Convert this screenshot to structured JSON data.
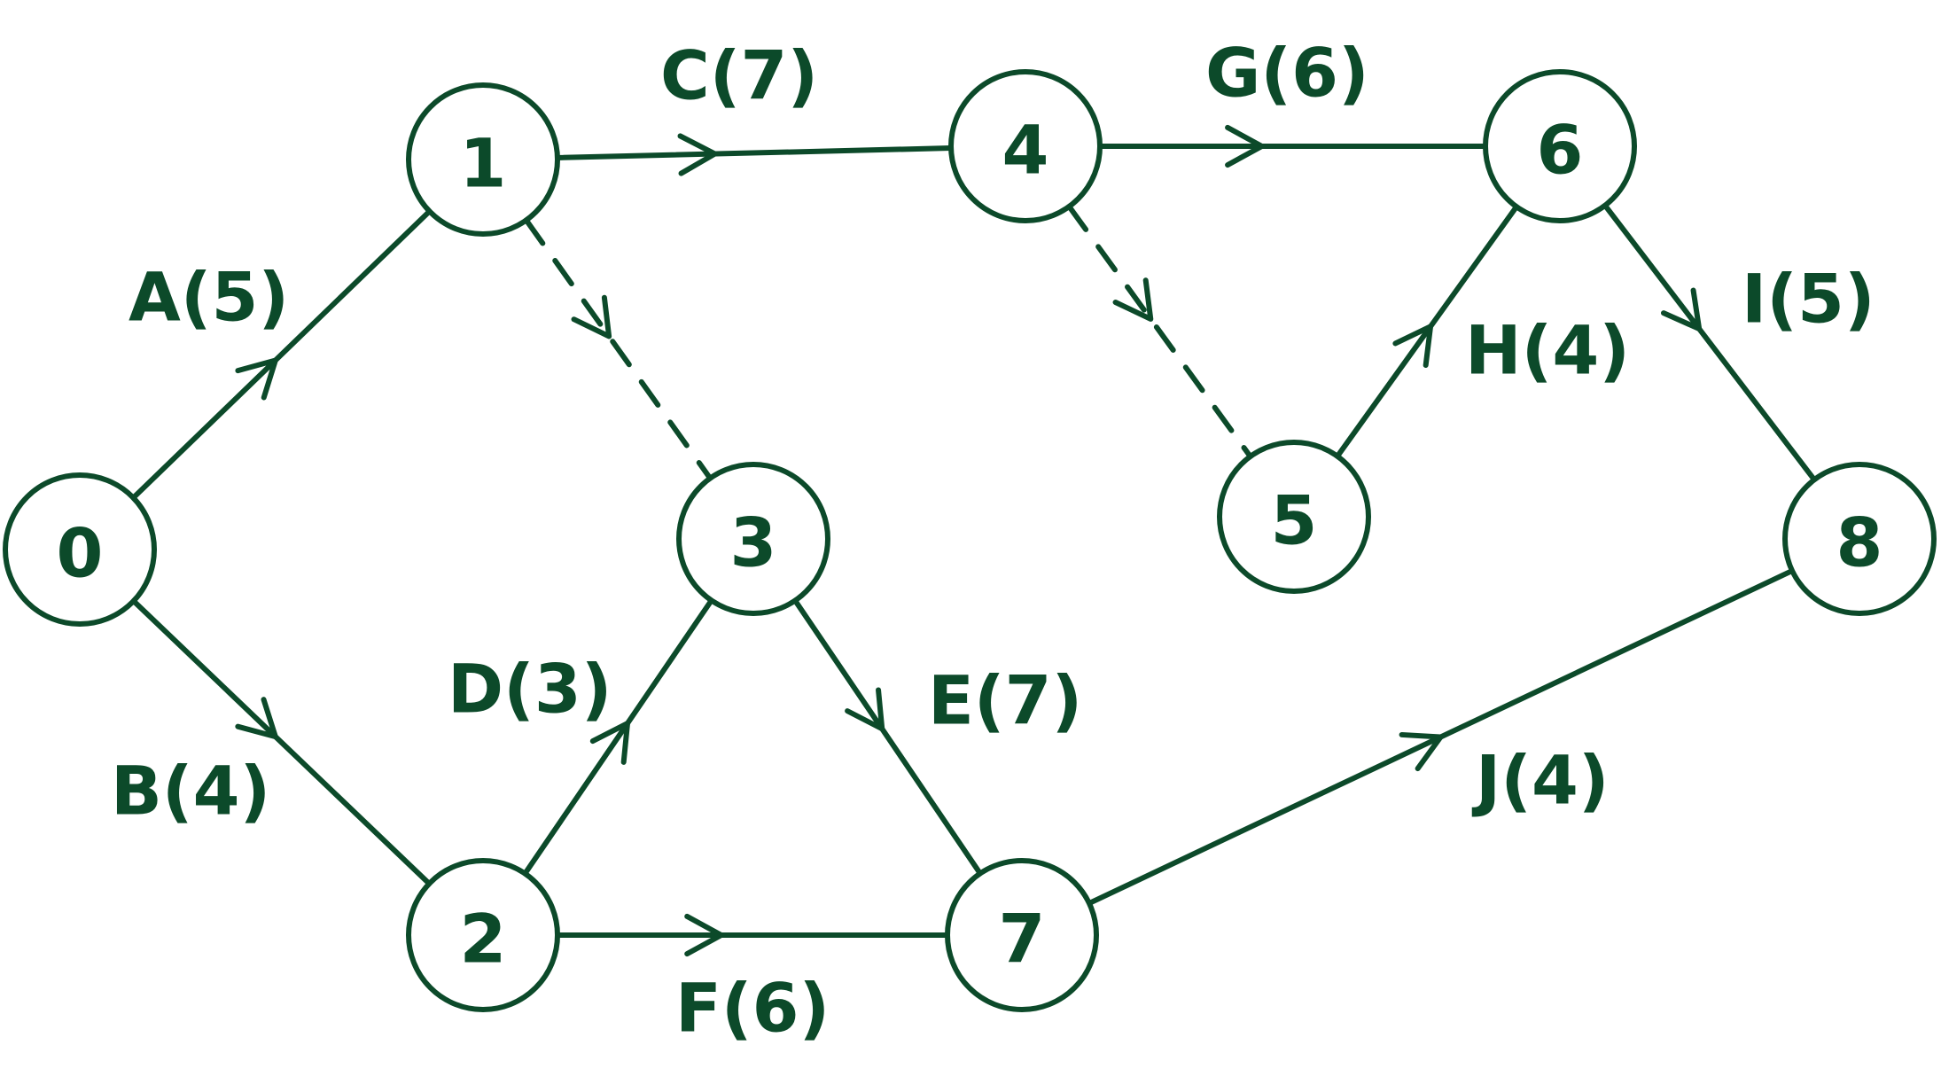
{
  "colors": {
    "stroke": "#0c4a2a",
    "background": "#ffffff"
  },
  "nodes": [
    {
      "id": "0",
      "label": "0"
    },
    {
      "id": "1",
      "label": "1"
    },
    {
      "id": "2",
      "label": "2"
    },
    {
      "id": "3",
      "label": "3"
    },
    {
      "id": "4",
      "label": "4"
    },
    {
      "id": "5",
      "label": "5"
    },
    {
      "id": "6",
      "label": "6"
    },
    {
      "id": "7",
      "label": "7"
    },
    {
      "id": "8",
      "label": "8"
    }
  ],
  "edges": [
    {
      "id": "A",
      "from": "0",
      "to": "1",
      "label": "A(5)",
      "dashed": false
    },
    {
      "id": "B",
      "from": "0",
      "to": "2",
      "label": "B(4)",
      "dashed": false
    },
    {
      "id": "C",
      "from": "1",
      "to": "4",
      "label": "C(7)",
      "dashed": false
    },
    {
      "id": "D",
      "from": "2",
      "to": "3",
      "label": "D(3)",
      "dashed": false
    },
    {
      "id": "E",
      "from": "3",
      "to": "7",
      "label": "E(7)",
      "dashed": false
    },
    {
      "id": "F",
      "from": "2",
      "to": "7",
      "label": "F(6)",
      "dashed": false
    },
    {
      "id": "G",
      "from": "4",
      "to": "6",
      "label": "G(6)",
      "dashed": false
    },
    {
      "id": "H",
      "from": "5",
      "to": "6",
      "label": "H(4)",
      "dashed": false
    },
    {
      "id": "I",
      "from": "6",
      "to": "8",
      "label": "I(5)",
      "dashed": false
    },
    {
      "id": "J",
      "from": "7",
      "to": "8",
      "label": "J(4)",
      "dashed": false
    },
    {
      "id": "d13",
      "from": "1",
      "to": "3",
      "label": "",
      "dashed": true
    },
    {
      "id": "d45",
      "from": "4",
      "to": "5",
      "label": "",
      "dashed": true
    }
  ]
}
